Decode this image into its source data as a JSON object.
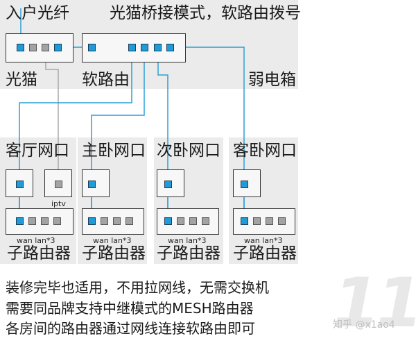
{
  "title": {
    "left": "入户光纤",
    "right": "光猫桥接模式，软路由拨号"
  },
  "devices": {
    "modem": "光猫",
    "soft_router": "软路由",
    "cabinet": "弱电箱"
  },
  "rooms": [
    "客厅网口",
    "主卧网口",
    "次卧网口",
    "客卧网口"
  ],
  "iptv_label": "iptv",
  "port_label": "wan lan*3",
  "sub_router": "子路由器",
  "description": [
    "装修完毕也适用，不用拉网线，无需交换机",
    "需要同品牌支持中继模式的MESH路由器",
    "各房间的路由器通过网线连接软路由即可"
  ],
  "watermark": {
    "number": "11",
    "brand": "知乎 @x1ao4"
  },
  "colors": {
    "port_active": "#1f9bd7",
    "port_idle": "#a3a3a3",
    "wire_active": "#2aa0d8",
    "wire_idle": "#a8a8a8",
    "panel": "#ebebeb"
  }
}
